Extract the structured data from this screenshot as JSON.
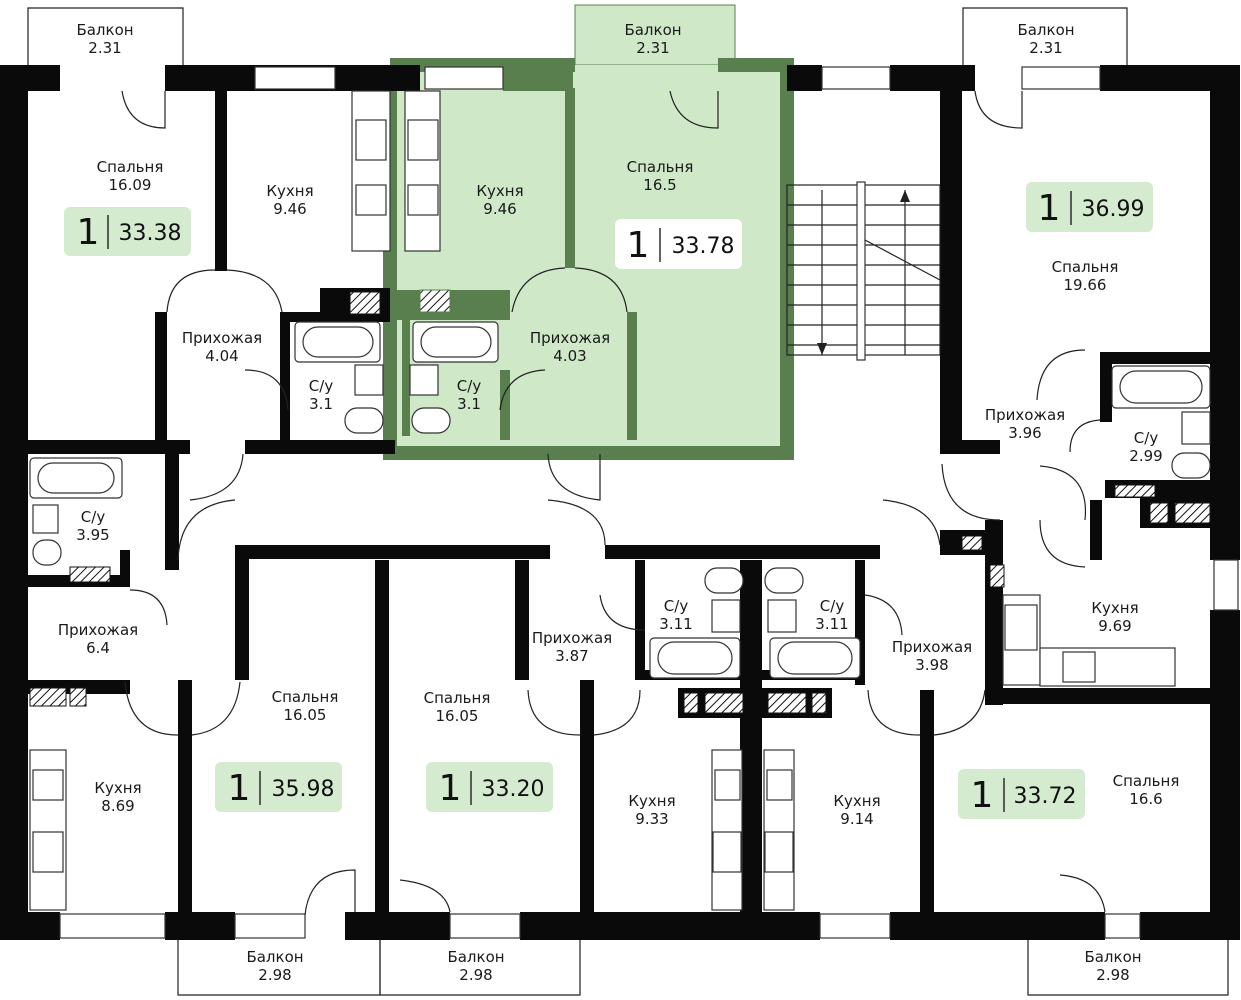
{
  "colors": {
    "wall": "#0a0a0a",
    "highlight_fill": "#cfe8c8",
    "highlight_border": "#5a7f4f",
    "badge_fill": "#d5ebcf",
    "badge_selected_fill": "#ffffff"
  },
  "rooms": {
    "balcony_1": {
      "name": "Балкон",
      "area": "2.31"
    },
    "balcony_2": {
      "name": "Балкон",
      "area": "2.31"
    },
    "balcony_3": {
      "name": "Балкон",
      "area": "2.31"
    },
    "balcony_4": {
      "name": "Балкон",
      "area": "2.98"
    },
    "balcony_5": {
      "name": "Балкон",
      "area": "2.98"
    },
    "balcony_6": {
      "name": "Балкон",
      "area": "2.98"
    },
    "bedroom_a": {
      "name": "Спальня",
      "area": "16.09"
    },
    "kitchen_a": {
      "name": "Кухня",
      "area": "9.46"
    },
    "hall_a": {
      "name": "Прихожая",
      "area": "4.04"
    },
    "bath_a": {
      "name": "С/у",
      "area": "3.1"
    },
    "kitchen_b": {
      "name": "Кухня",
      "area": "9.46"
    },
    "bedroom_b": {
      "name": "Спальня",
      "area": "16.5"
    },
    "hall_b": {
      "name": "Прихожая",
      "area": "4.03"
    },
    "bath_b": {
      "name": "С/у",
      "area": "3.1"
    },
    "bedroom_c": {
      "name": "Спальня",
      "area": "19.66"
    },
    "hall_c": {
      "name": "Прихожая",
      "area": "3.96"
    },
    "bath_c": {
      "name": "С/у",
      "area": "2.99"
    },
    "bath_d": {
      "name": "С/у",
      "area": "3.95"
    },
    "hall_d": {
      "name": "Прихожая",
      "area": "6.4"
    },
    "kitchen_d": {
      "name": "Кухня",
      "area": "8.69"
    },
    "bedroom_d": {
      "name": "Спальня",
      "area": "16.05"
    },
    "bedroom_e": {
      "name": "Спальня",
      "area": "16.05"
    },
    "hall_e": {
      "name": "Прихожая",
      "area": "3.87"
    },
    "bath_e": {
      "name": "С/у",
      "area": "3.11"
    },
    "kitchen_e": {
      "name": "Кухня",
      "area": "9.33"
    },
    "bath_f": {
      "name": "С/у",
      "area": "3.11"
    },
    "kitchen_f": {
      "name": "Кухня",
      "area": "9.14"
    },
    "hall_f": {
      "name": "Прихожая",
      "area": "3.98"
    },
    "kitchen_g": {
      "name": "Кухня",
      "area": "9.69"
    },
    "bedroom_g": {
      "name": "Спальня",
      "area": "16.6"
    }
  },
  "apartments": [
    {
      "rooms": "1",
      "area": "33.38",
      "selected": false
    },
    {
      "rooms": "1",
      "area": "33.78",
      "selected": true
    },
    {
      "rooms": "1",
      "area": "36.99",
      "selected": false
    },
    {
      "rooms": "1",
      "area": "35.98",
      "selected": false
    },
    {
      "rooms": "1",
      "area": "33.20",
      "selected": false
    },
    {
      "rooms": "1",
      "area": "33.72",
      "selected": false
    }
  ]
}
